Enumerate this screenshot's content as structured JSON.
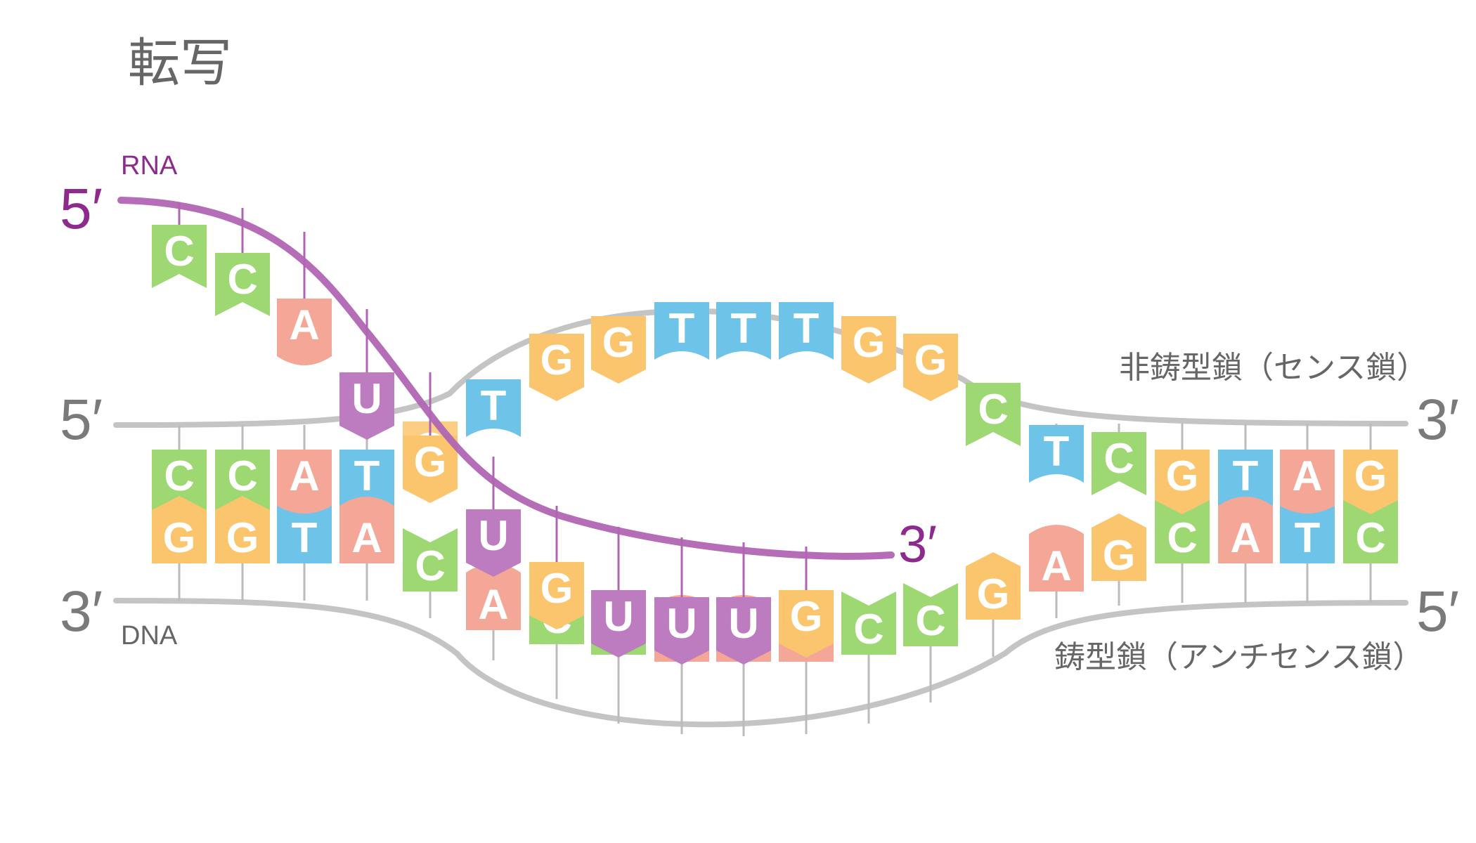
{
  "title": "転写",
  "labels": {
    "rna": "RNA",
    "dna": "DNA",
    "sense_strand": "非鋳型鎖（センス鎖）",
    "template_strand": "鋳型鎖（アンチセンス鎖）"
  },
  "strand_ends": {
    "rna_5": "5′",
    "rna_3": "3′",
    "sense_5": "5′",
    "sense_3": "3′",
    "template_3": "3′",
    "template_5": "5′"
  },
  "colors": {
    "A": "#f4a796",
    "T": "#6ec4e8",
    "G": "#fbc56e",
    "C": "#9dd873",
    "U": "#be7cc0",
    "backbone": "#c4c4c4",
    "rna_strand": "#b065b2",
    "text": "#666666",
    "strand_end_gray": "#7a7a7a",
    "strand_end_purple": "#8e2a8e"
  },
  "sequences": {
    "rna": [
      "C",
      "C",
      "A",
      "U",
      "G",
      "U",
      "G",
      "U",
      "U",
      "U",
      "G"
    ],
    "sense": [
      "C",
      "C",
      "A",
      "T",
      "G",
      "T",
      "G",
      "G",
      "T",
      "T",
      "T",
      "G",
      "G",
      "C",
      "T",
      "C",
      "G",
      "T",
      "A",
      "G"
    ],
    "template": [
      "G",
      "G",
      "T",
      "A",
      "C",
      "A",
      "C",
      "C",
      "A",
      "A",
      "A",
      "C",
      "C",
      "G",
      "A",
      "G",
      "C",
      "A",
      "T",
      "C"
    ]
  }
}
